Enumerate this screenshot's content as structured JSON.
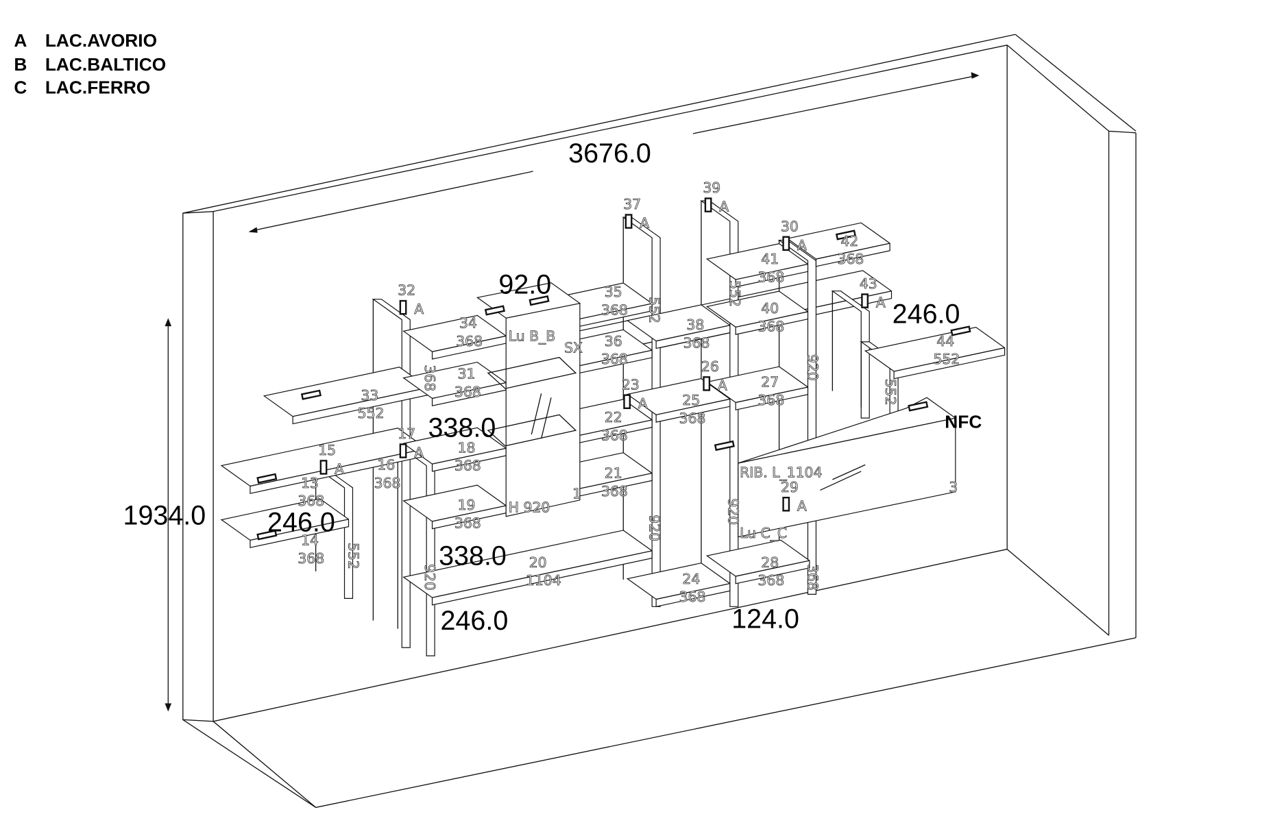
{
  "legend": [
    {
      "code": "A",
      "name": "LAC.AVORIO"
    },
    {
      "code": "B",
      "name": "LAC.BALTICO"
    },
    {
      "code": "C",
      "name": "LAC.FERRO"
    }
  ],
  "dimensions": [
    "3676.0",
    "1934.0",
    "92.0",
    "338.0",
    "338.0",
    "246.0",
    "246.0",
    "246.0",
    "124.0"
  ],
  "panels": [
    {
      "id": "37",
      "finish": "A"
    },
    {
      "id": "39",
      "finish": "A"
    },
    {
      "id": "30",
      "finish": "A"
    },
    {
      "id": "32",
      "finish": "A"
    },
    {
      "id": "43",
      "finish": "A"
    },
    {
      "id": "17",
      "finish": "A"
    },
    {
      "id": "15",
      "finish": "A"
    },
    {
      "id": "23",
      "finish": "A"
    },
    {
      "id": "26",
      "finish": "A"
    },
    {
      "id": "29",
      "finish": "A"
    }
  ],
  "shelves": [
    {
      "id": "35",
      "length": "368"
    },
    {
      "id": "36",
      "length": "368"
    },
    {
      "id": "38",
      "length": "368"
    },
    {
      "id": "41",
      "length": "368"
    },
    {
      "id": "40",
      "length": "368"
    },
    {
      "id": "42",
      "length": "368"
    },
    {
      "id": "44",
      "length": "552"
    },
    {
      "id": "34",
      "length": "368"
    },
    {
      "id": "31",
      "length": "368"
    },
    {
      "id": "33",
      "length": "552"
    },
    {
      "id": "18",
      "length": "368"
    },
    {
      "id": "19",
      "length": "368"
    },
    {
      "id": "13",
      "length": "368"
    },
    {
      "id": "16",
      "length": "368"
    },
    {
      "id": "14",
      "length": "368"
    },
    {
      "id": "22",
      "length": "368"
    },
    {
      "id": "21",
      "length": "368"
    },
    {
      "id": "25",
      "length": "368"
    },
    {
      "id": "27",
      "length": "368"
    },
    {
      "id": "20",
      "length": "1104"
    },
    {
      "id": "24",
      "length": "368"
    },
    {
      "id": "28",
      "length": "368"
    }
  ],
  "vertical_lengths": [
    "368",
    "552",
    "552",
    "920",
    "552",
    "920",
    "920",
    "920",
    "368",
    "552"
  ],
  "cabinet": {
    "label": "Lu B_B",
    "side": "SX",
    "height": "H 920",
    "number": "1"
  },
  "tv_panel": {
    "label": "RIB. L_1104",
    "bottom_label": "Lu C_C",
    "number": "3",
    "nfc": "NFC"
  }
}
